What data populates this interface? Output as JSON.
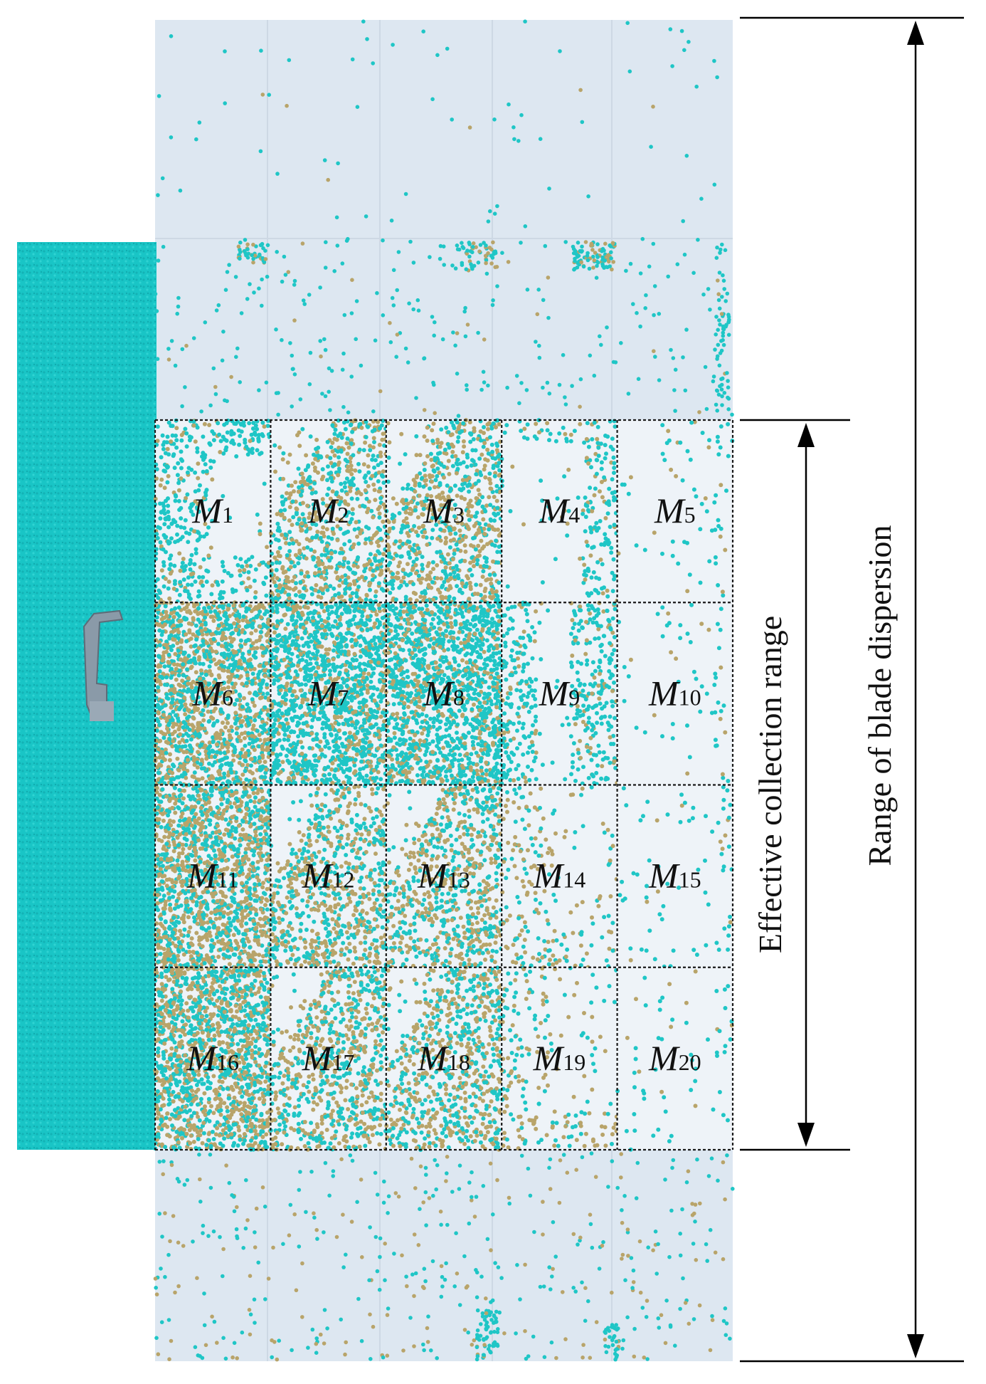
{
  "figure": {
    "cell_prefix": "M",
    "cells": [
      "1",
      "2",
      "3",
      "4",
      "5",
      "6",
      "7",
      "8",
      "9",
      "10",
      "11",
      "12",
      "13",
      "14",
      "15",
      "16",
      "17",
      "18",
      "19",
      "20"
    ],
    "cell_pattern": {
      "1": "sparse-bottom-cyan",
      "2": "diagonal-mixed",
      "3": "diagonal-mixed",
      "4": "arc-right",
      "5": "sparse",
      "6": "dense-mixed",
      "7": "dense-cyan",
      "8": "dense-cyan",
      "9": "band-left",
      "10": "sparse",
      "11": "dense-mixed",
      "12": "diagonal-mixed",
      "13": "diagonal-mixed",
      "14": "sparse-mixed",
      "15": "sparse",
      "16": "dense-mixed",
      "17": "diagonal-mixed",
      "18": "diagonal-mixed",
      "19": "sparse-mixed",
      "20": "sparse"
    },
    "effective_label": "Effective collection range",
    "dispersion_label": "Range of blade dispersion",
    "colors": {
      "particle_cyan": "#1fc6c6",
      "particle_tan": "#b8a46a",
      "left_block": "#19c5c6",
      "ground_panel": "#dde7f1",
      "grid_line": "#1a1a1a",
      "background": "#ffffff",
      "machine": "#8a9aa8"
    }
  }
}
